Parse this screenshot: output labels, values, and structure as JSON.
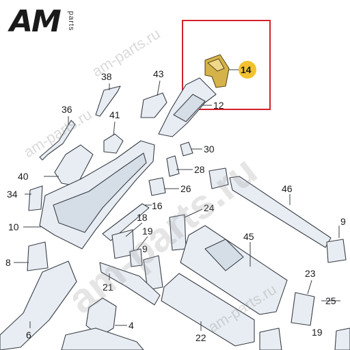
{
  "brand": {
    "logo_text": "AM",
    "logo_sub": "parts"
  },
  "watermarks": [
    "am-parts.ru",
    "am-parts.ru",
    "am-parts.ru",
    "am-parts.ru"
  ],
  "colors": {
    "part_fill": "#e8edf3",
    "part_stroke": "#3a3f47",
    "highlight_part": "#d6b34a",
    "callout_badge": "#f2c230",
    "box": "#d3202a"
  },
  "callouts": {
    "p14": "14",
    "p12": "12",
    "p43": "43",
    "p38": "38",
    "p36": "36",
    "p41": "41",
    "p30": "30",
    "p28": "28",
    "p26": "26",
    "p40": "40",
    "p34": "34",
    "p16": "16",
    "p10": "10",
    "p24": "24",
    "p46": "46",
    "p18": "18",
    "p19": "19",
    "p9": "9",
    "p8": "8",
    "p45": "45",
    "p21": "21",
    "p23": "23",
    "p25": "25",
    "p4": "4",
    "p22": "22",
    "p6": "6"
  },
  "highlighted_part": "14"
}
